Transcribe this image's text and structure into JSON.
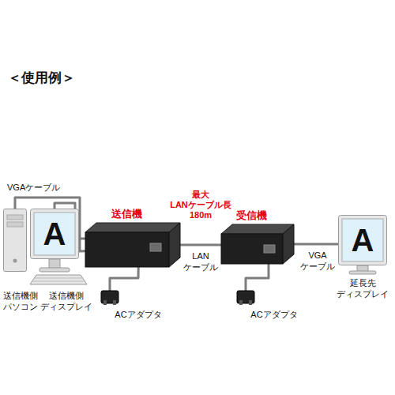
{
  "diagram": {
    "title": "＜使用例＞",
    "nodes": [
      {
        "text": [
          "送信機側 パソコン"
        ]
      },
      {
        "text": [
          "A",
          "送信機側 ディスプレイ"
        ]
      },
      {
        "text": [
          "送信機"
        ]
      },
      {
        "text": [
          "受信機"
        ]
      },
      {
        "text": [
          "A",
          "延長先 ディスプレイ"
        ]
      },
      {
        "text": [
          "ACアダプタ"
        ]
      },
      {
        "text": [
          "ACアダプタ"
        ]
      }
    ],
    "edges": [
      {
        "from": 0,
        "to": 2,
        "label": "VGAケーブル",
        "arrow": "none"
      },
      {
        "from": 1,
        "to": 2,
        "arrow": "none"
      },
      {
        "from": 2,
        "to": 3,
        "label": "LAN ケーブル",
        "arrow": "none"
      },
      {
        "from": 3,
        "to": 4,
        "label": "VGA ケーブル",
        "arrow": "none"
      },
      {
        "from": 5,
        "to": 2,
        "arrow": "none"
      },
      {
        "from": 6,
        "to": 3,
        "arrow": "none"
      }
    ],
    "labels": [
      "最大 LANケーブル長 180m"
    ]
  }
}
